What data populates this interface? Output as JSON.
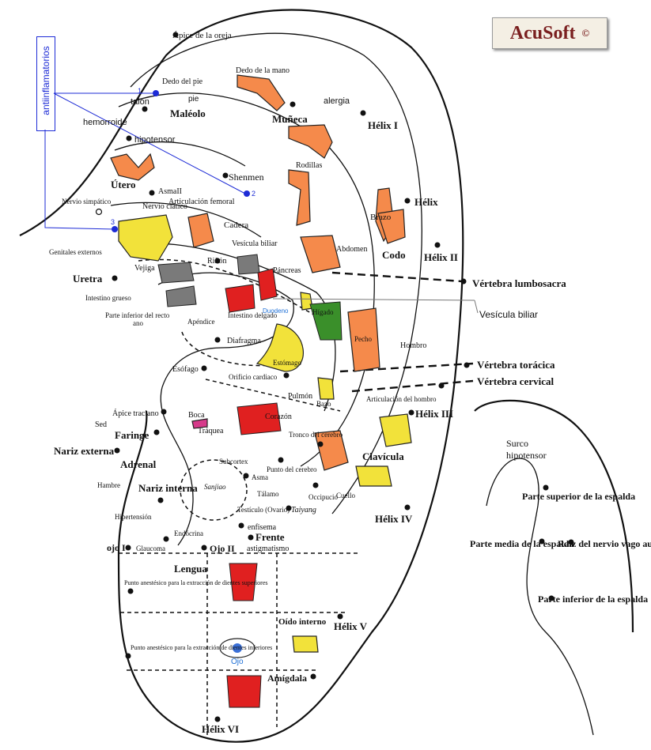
{
  "logo": {
    "text": "AcuSoft",
    "mark": "©"
  },
  "side_label": "antiinflamatorios",
  "labels": {
    "apice_oreja": "Ápice de la oreja",
    "dedo_mano": "Dedo de la mano",
    "dedo_pie": "Dedo del pie",
    "talon": "talón",
    "pie": "pie",
    "maleolo": "Maléolo",
    "alergia": "alergia",
    "muneca": "Muñeca",
    "helix1": "Hélix I",
    "hemorroide": "hemorroide",
    "hipotensor": "hipotensor",
    "shenmen": "Shenmen",
    "rodillas": "Rodillas",
    "helix": "Hélix",
    "utero": "Útero",
    "asma2": "AsmaII",
    "art_femoral": "Articulación femoral",
    "nervio_ciatico": "Nervio ciático",
    "nervio_simpatico": "Nervio simpático",
    "cadera": "Cadera",
    "brazo": "Brazo",
    "vesicula_biliar_small": "Vesícula biliar",
    "abdomen": "Abdomen",
    "codo": "Codo",
    "helix2": "Hélix II",
    "genitales": "Genitales externos",
    "rinon": "Riñón",
    "vejiga": "Vejiga",
    "pancreas": "Páncreas",
    "vert_lumbo": "Vértebra lumbosacra",
    "uretra": "Uretra",
    "intestino_grueso": "Intestino grueso",
    "duodeno": "Duodeno",
    "higado": "Hígado",
    "vesicula_biliar_big": "Vesícula biliar",
    "parte_inf_recto": "Parte inferior del recto",
    "ano": "ano",
    "apendice": "Apéndice",
    "intestino_delgado": "Intestino delgado",
    "pecho": "Pecho",
    "hombro": "Hombro",
    "diafragma": "Diafragma",
    "esofago": "Esófago",
    "estomago": "Estómago",
    "vert_toracica": "Vértebra torácica",
    "orificio_cardiaco": "Orificio cardiaco",
    "vert_cervical": "Vértebra cervical",
    "pulmon": "Pulmón",
    "bazo": "Bazo",
    "art_hombro": "Articulación del hombro",
    "helix3": "Hélix III",
    "apice_traciano": "Ápice traciano",
    "boca": "Boca",
    "corazon": "Corazón",
    "sed": "Sed",
    "faringe": "Faringe",
    "traquea": "Tráquea",
    "tronco_cerebro": "Tronco del cerebro",
    "nariz_externa": "Nariz externa",
    "clavicula": "Clavícula",
    "surco": "Surco",
    "hipotensor2": "hipotensor",
    "adrenal": "Adrenal",
    "subcortex": "Subcortex",
    "punto_cerebro": "Punto del cerebro",
    "asma": "Asma",
    "cuello": "Cuello",
    "hambre": "Hambre",
    "nariz_interna": "Nariz interna",
    "sanjiao": "Sanjiao",
    "occipucio": "Occipucio",
    "talamo": "Tálamo",
    "parte_sup_espalda": "Parte superior de la espalda",
    "taiyang": "Taiyang",
    "hipertension": "Hipertensión",
    "testiculo": "Testículo (Ovario)",
    "enfisema": "enfisema",
    "helix4": "Hélix IV",
    "endocrina": "Endócrina",
    "frente": "Frente",
    "parte_media_espalda": "Parte media de la espalda",
    "raiz_nervio": "Raíz del nervio vago auricular",
    "ojo1": "ojo I",
    "glaucoma": "Glaucoma",
    "ojo2": "Ojo II",
    "astigmatismo": "astigmatismo",
    "lengua": "Lengua",
    "anestesico_sup": "Punto anestésico para la extracción de dientes superiores",
    "parte_inf_espalda": "Parte inferior de la espalda",
    "oido_interno": "Oído interno",
    "helix5": "Hélix V",
    "ojo": "Ojo",
    "anestesico_inf": "Punto anestésico para la extracción de dientes inferiores",
    "amigdala": "Amígdala",
    "helix6": "Hélix VI",
    "n1": "1",
    "n2": "2",
    "n3": "3"
  },
  "colors": {
    "organ": "#f58a4b",
    "yellow": "#f2e23a",
    "red": "#e02020",
    "green": "#3a8f2a",
    "blue_annotation": "#1d2bd6",
    "logo_text": "#7a1f1f"
  }
}
